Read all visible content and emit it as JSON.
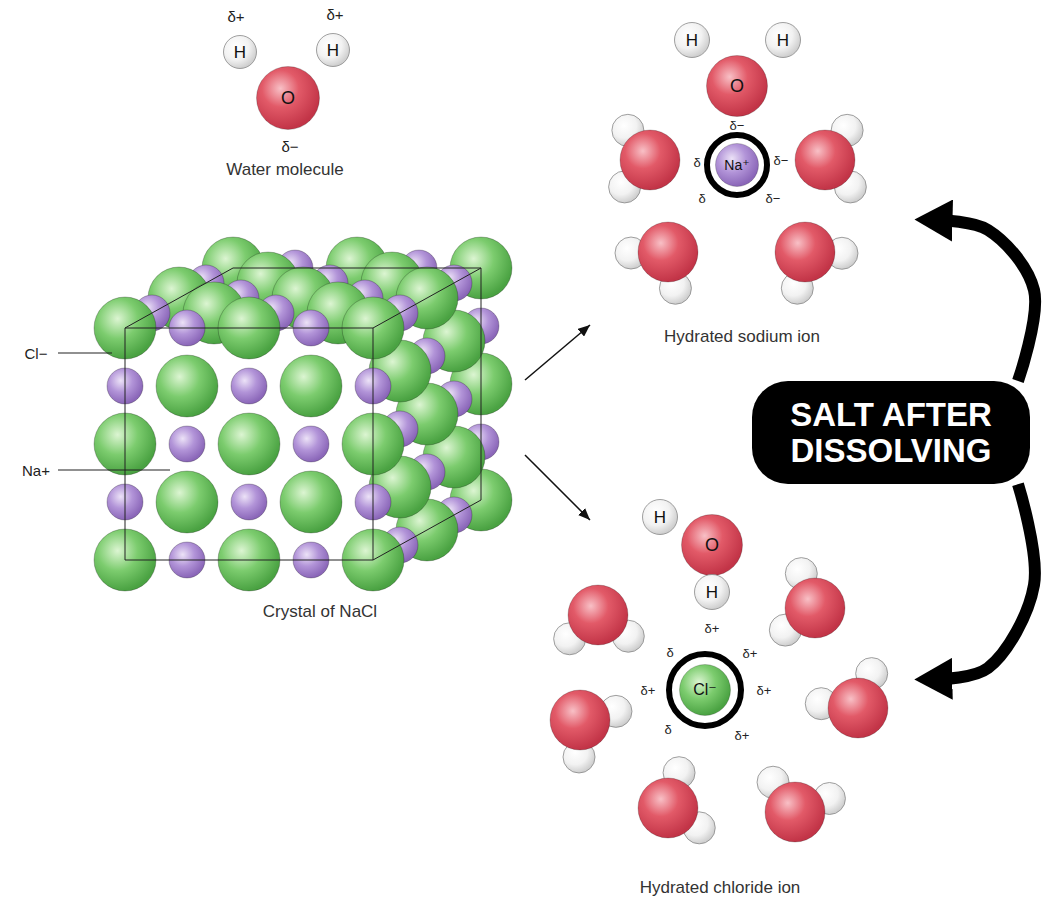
{
  "diagram": {
    "nodes": [
      {
        "text": [
          "Water molecule"
        ]
      },
      {
        "text": [
          "H"
        ],
        "in": 0
      },
      {
        "text": [
          "O"
        ],
        "in": 0
      },
      {
        "text": [
          "H"
        ],
        "in": 0
      },
      {
        "text": [
          "Hydrated sodium ion"
        ]
      },
      {
        "text": [
          "H"
        ],
        "in": 4
      },
      {
        "text": [
          "O"
        ],
        "in": 4
      },
      {
        "text": [
          "H"
        ],
        "in": 4
      },
      {
        "text": [
          "Na⁺"
        ],
        "in": 4
      },
      {
        "text": [
          "Crystal of NaCl"
        ]
      },
      {
        "text": [
          "SALT AFTER DISSOLVING"
        ]
      },
      {
        "text": [
          "Hydrated chloride ion"
        ]
      },
      {
        "text": [
          "H"
        ],
        "in": 11
      },
      {
        "text": [
          "O"
        ],
        "in": 11
      },
      {
        "text": [
          "H"
        ],
        "in": 11
      },
      {
        "text": [
          "Cl⁻"
        ],
        "in": 11
      }
    ],
    "edges": [
      {
        "from": 9,
        "to": 4,
        "arrow": "to"
      },
      {
        "from": 9,
        "to": 11,
        "arrow": "to"
      },
      {
        "from": 10,
        "to": 4,
        "arrow": "to"
      },
      {
        "from": 10,
        "to": 11,
        "arrow": "to"
      }
    ],
    "labels": [
      "δ+",
      "δ+",
      "δ−",
      "δ−",
      "δ",
      "δ−",
      "δ",
      "δ−",
      "Cl−",
      "Na+",
      "δ+",
      "δ",
      "δ+",
      "δ+",
      "δ+",
      "δ",
      "δ+"
    ]
  }
}
